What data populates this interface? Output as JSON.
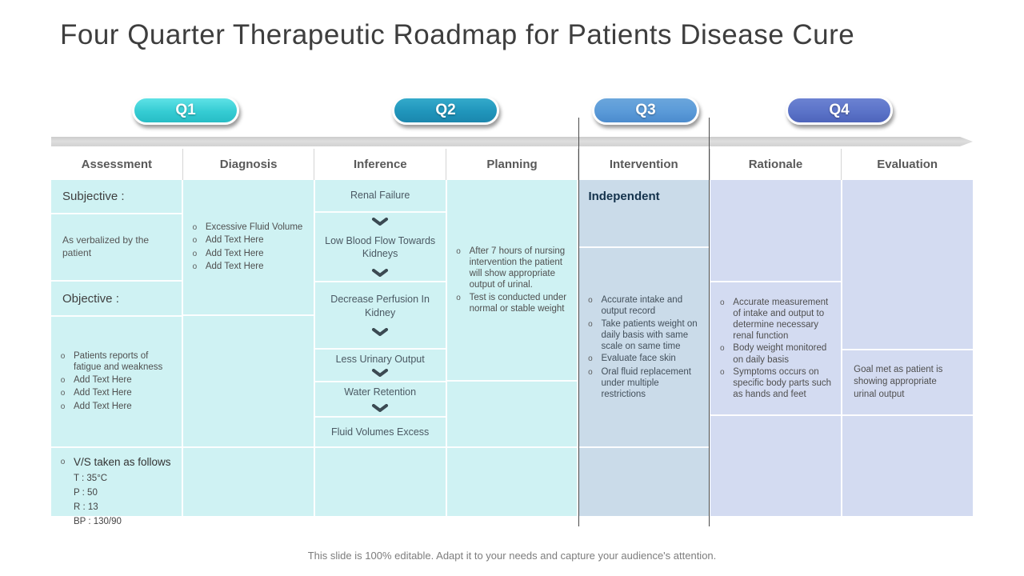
{
  "title": "Four Quarter Therapeutic Roadmap for Patients Disease Cure",
  "footer": "This slide is 100% editable. Adapt it to your needs and capture your audience's attention.",
  "quarters": [
    {
      "label": "Q1",
      "color": "#35ccd3"
    },
    {
      "label": "Q2",
      "color": "#2095bb"
    },
    {
      "label": "Q3",
      "color": "#5a9ad8"
    },
    {
      "label": "Q4",
      "color": "#5b73c8"
    }
  ],
  "headers": [
    "Assessment",
    "Diagnosis",
    "Inference",
    "Planning",
    "Intervention",
    "Rationale",
    "Evaluation"
  ],
  "assessment": {
    "subjective_label": "Subjective :",
    "subjective_text": "As verbalized by the patient",
    "objective_label": "Objective :",
    "objective_bullets": [
      "Patients reports of fatigue and weakness",
      "Add Text Here",
      "Add Text Here",
      "Add Text Here"
    ],
    "vs_title": "V/S taken as follows",
    "vs_lines": [
      "T : 35°C",
      "P : 50",
      "R : 13",
      "BP : 130/90"
    ]
  },
  "diagnosis": {
    "bullets": [
      "Excessive Fluid Volume",
      "Add Text Here",
      "Add Text Here",
      "Add Text Here"
    ]
  },
  "inference": {
    "steps": [
      "Renal Failure",
      "Low Blood Flow Towards Kidneys",
      "Decrease Perfusion In Kidney",
      "Less Urinary Output",
      "Water Retention",
      "Fluid Volumes Excess"
    ]
  },
  "planning": {
    "bullets": [
      "After 7 hours of nursing intervention the patient will show appropriate output of urinal.",
      "Test is conducted under normal or stable weight"
    ]
  },
  "intervention": {
    "heading": "Independent",
    "bullets": [
      "Accurate intake and output record",
      "Take patients weight on daily basis with same scale on same time",
      "Evaluate  face skin",
      "Oral fluid replacement under multiple  restrictions"
    ]
  },
  "rationale": {
    "bullets": [
      "Accurate measurement of intake and output to determine necessary renal function",
      "Body weight monitored on daily basis",
      "Symptoms occurs on specific body parts such as hands and feet"
    ]
  },
  "evaluation": {
    "text": "Goal met as patient is showing appropriate urinal output"
  },
  "colors": {
    "column_cyan": "#cff2f3",
    "column_blue": "#cadbe9",
    "column_purple": "#d3dbf1",
    "highlight_line": "#4a4a4a"
  }
}
